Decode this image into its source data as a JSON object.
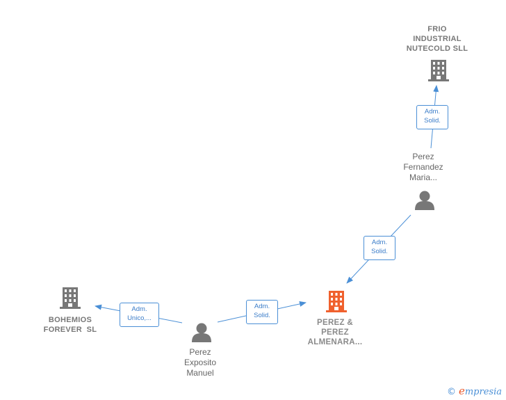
{
  "nodes": {
    "frio": {
      "label_lines": [
        "FRIO",
        "INDUSTRIAL",
        "NUTECOLD SLL"
      ]
    },
    "bohemios": {
      "label_lines": [
        "BOHEMIOS",
        "FOREVER  SL"
      ]
    },
    "perez_almenara": {
      "label_lines": [
        "PEREZ &",
        "PEREZ",
        "ALMENARA..."
      ]
    },
    "perez_fernandez": {
      "label_lines": [
        "Perez",
        "Fernandez",
        "Maria..."
      ]
    },
    "perez_exposito": {
      "label_lines": [
        "Perez",
        "Exposito",
        "Manuel"
      ]
    }
  },
  "edges": {
    "fernandez_to_frio": {
      "label_lines": [
        "Adm.",
        "Solid."
      ]
    },
    "fernandez_to_almenara": {
      "label_lines": [
        "Adm.",
        "Solid."
      ]
    },
    "exposito_to_bohemios": {
      "label_lines": [
        "Adm.",
        "Unico,..."
      ]
    },
    "exposito_to_almenara": {
      "label_lines": [
        "Adm.",
        "Solid."
      ]
    }
  },
  "colors": {
    "edge": "#4a8fd6",
    "company_icon": "#777777",
    "main_company_icon": "#f0612e",
    "person_icon": "#777777"
  },
  "footer": {
    "copyright_symbol": "©",
    "brand_first": "e",
    "brand_rest": "mpresia"
  }
}
